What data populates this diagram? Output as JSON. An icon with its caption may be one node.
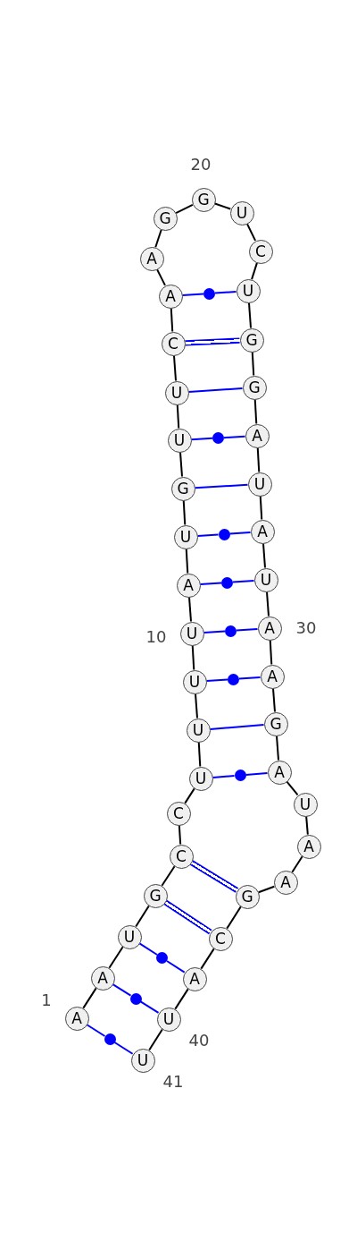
{
  "diagram": {
    "nodes": [
      {
        "text": [
          "A"
        ],
        "beside": [
          "1"
        ]
      },
      {
        "text": [
          "A"
        ]
      },
      {
        "text": [
          "U"
        ]
      },
      {
        "text": [
          "G"
        ]
      },
      {
        "text": [
          "C"
        ]
      },
      {
        "text": [
          "C"
        ]
      },
      {
        "text": [
          "U"
        ]
      },
      {
        "text": [
          "U"
        ]
      },
      {
        "text": [
          "U"
        ]
      },
      {
        "text": [
          "U"
        ],
        "beside": [
          "10"
        ]
      },
      {
        "text": [
          "A"
        ]
      },
      {
        "text": [
          "U"
        ]
      },
      {
        "text": [
          "G"
        ]
      },
      {
        "text": [
          "U"
        ]
      },
      {
        "text": [
          "U"
        ]
      },
      {
        "text": [
          "C"
        ]
      },
      {
        "text": [
          "A"
        ]
      },
      {
        "text": [
          "A"
        ]
      },
      {
        "text": [
          "G"
        ]
      },
      {
        "text": [
          "G"
        ],
        "beside": [
          "20"
        ]
      },
      {
        "text": [
          "U"
        ]
      },
      {
        "text": [
          "C"
        ]
      },
      {
        "text": [
          "U"
        ]
      },
      {
        "text": [
          "G"
        ]
      },
      {
        "text": [
          "G"
        ]
      },
      {
        "text": [
          "A"
        ]
      },
      {
        "text": [
          "U"
        ]
      },
      {
        "text": [
          "A"
        ]
      },
      {
        "text": [
          "U"
        ]
      },
      {
        "text": [
          "A"
        ],
        "beside": [
          "30"
        ]
      },
      {
        "text": [
          "A"
        ]
      },
      {
        "text": [
          "G"
        ]
      },
      {
        "text": [
          "A"
        ]
      },
      {
        "text": [
          "U"
        ]
      },
      {
        "text": [
          "A"
        ]
      },
      {
        "text": [
          "A"
        ]
      },
      {
        "text": [
          "G"
        ]
      },
      {
        "text": [
          "C"
        ]
      },
      {
        "text": [
          "A"
        ]
      },
      {
        "text": [
          "U"
        ],
        "beside": [
          "40"
        ]
      },
      {
        "text": [
          "U"
        ],
        "beside": [
          "41"
        ]
      },
      {
        "text": [],
        "shape": "circle"
      },
      {
        "text": [],
        "shape": "circle"
      },
      {
        "text": [],
        "shape": "circle"
      },
      {
        "text": [],
        "shape": "circle"
      },
      {
        "text": [],
        "shape": "circle"
      },
      {
        "text": [],
        "shape": "circle"
      },
      {
        "text": [],
        "shape": "circle"
      },
      {
        "text": [],
        "shape": "circle"
      },
      {
        "text": [],
        "shape": "circle"
      },
      {
        "text": [],
        "shape": "circle"
      }
    ],
    "edges": [
      {
        "from": 0,
        "to": 1,
        "arrow": "none"
      },
      {
        "from": 1,
        "to": 2,
        "arrow": "none"
      },
      {
        "from": 2,
        "to": 3,
        "arrow": "none"
      },
      {
        "from": 3,
        "to": 4,
        "arrow": "none"
      },
      {
        "from": 4,
        "to": 5,
        "arrow": "none"
      },
      {
        "from": 5,
        "to": 6,
        "arrow": "none"
      },
      {
        "from": 6,
        "to": 7,
        "arrow": "none"
      },
      {
        "from": 7,
        "to": 8,
        "arrow": "none"
      },
      {
        "from": 8,
        "to": 9,
        "arrow": "none"
      },
      {
        "from": 9,
        "to": 10,
        "arrow": "none"
      },
      {
        "from": 10,
        "to": 11,
        "arrow": "none"
      },
      {
        "from": 11,
        "to": 12,
        "arrow": "none"
      },
      {
        "from": 12,
        "to": 13,
        "arrow": "none"
      },
      {
        "from": 13,
        "to": 14,
        "arrow": "none"
      },
      {
        "from": 14,
        "to": 15,
        "arrow": "none"
      },
      {
        "from": 15,
        "to": 16,
        "arrow": "none"
      },
      {
        "from": 16,
        "to": 17,
        "arrow": "none"
      },
      {
        "from": 17,
        "to": 18,
        "arrow": "none"
      },
      {
        "from": 18,
        "to": 19,
        "arrow": "none"
      },
      {
        "from": 19,
        "to": 20,
        "arrow": "none"
      },
      {
        "from": 20,
        "to": 21,
        "arrow": "none"
      },
      {
        "from": 21,
        "to": 22,
        "arrow": "none"
      },
      {
        "from": 22,
        "to": 23,
        "arrow": "none"
      },
      {
        "from": 23,
        "to": 24,
        "arrow": "none"
      },
      {
        "from": 24,
        "to": 25,
        "arrow": "none"
      },
      {
        "from": 25,
        "to": 26,
        "arrow": "none"
      },
      {
        "from": 26,
        "to": 27,
        "arrow": "none"
      },
      {
        "from": 27,
        "to": 28,
        "arrow": "none"
      },
      {
        "from": 28,
        "to": 29,
        "arrow": "none"
      },
      {
        "from": 29,
        "to": 30,
        "arrow": "none"
      },
      {
        "from": 30,
        "to": 31,
        "arrow": "none"
      },
      {
        "from": 31,
        "to": 32,
        "arrow": "none"
      },
      {
        "from": 32,
        "to": 33,
        "arrow": "none"
      },
      {
        "from": 33,
        "to": 34,
        "arrow": "none"
      },
      {
        "from": 34,
        "to": 35,
        "arrow": "none"
      },
      {
        "from": 35,
        "to": 36,
        "arrow": "none"
      },
      {
        "from": 36,
        "to": 37,
        "arrow": "none"
      },
      {
        "from": 37,
        "to": 38,
        "arrow": "none"
      },
      {
        "from": 38,
        "to": 39,
        "arrow": "none"
      },
      {
        "from": 39,
        "to": 40,
        "arrow": "none"
      },
      {
        "from": 0,
        "to": 50,
        "arrow": "none",
        "color": "#0000ff"
      },
      {
        "from": 50,
        "to": 40,
        "arrow": "none",
        "color": "#0000ff"
      },
      {
        "from": 1,
        "to": 49,
        "arrow": "none",
        "color": "#0000ff"
      },
      {
        "from": 49,
        "to": 39,
        "arrow": "none",
        "color": "#0000ff"
      },
      {
        "from": 2,
        "to": 48,
        "arrow": "none",
        "color": "#0000ff"
      },
      {
        "from": 48,
        "to": 38,
        "arrow": "none",
        "color": "#0000ff"
      },
      {
        "from": 3,
        "to": 37,
        "arrow": "none",
        "style": "thick",
        "color": "#0000ff"
      },
      {
        "from": 4,
        "to": 36,
        "arrow": "none",
        "style": "thick",
        "color": "#0000ff"
      },
      {
        "from": 6,
        "to": 47,
        "arrow": "none",
        "color": "#0000ff"
      },
      {
        "from": 47,
        "to": 32,
        "arrow": "none",
        "color": "#0000ff"
      },
      {
        "from": 7,
        "to": 31,
        "arrow": "none",
        "color": "#0000ff"
      },
      {
        "from": 8,
        "to": 46,
        "arrow": "none",
        "color": "#0000ff"
      },
      {
        "from": 46,
        "to": 30,
        "arrow": "none",
        "color": "#0000ff"
      },
      {
        "from": 9,
        "to": 45,
        "arrow": "none",
        "color": "#0000ff"
      },
      {
        "from": 45,
        "to": 29,
        "arrow": "none",
        "color": "#0000ff"
      },
      {
        "from": 10,
        "to": 44,
        "arrow": "none",
        "color": "#0000ff"
      },
      {
        "from": 44,
        "to": 28,
        "arrow": "none",
        "color": "#0000ff"
      },
      {
        "from": 11,
        "to": 43,
        "arrow": "none",
        "color": "#0000ff"
      },
      {
        "from": 43,
        "to": 27,
        "arrow": "none",
        "color": "#0000ff"
      },
      {
        "from": 12,
        "to": 26,
        "arrow": "none",
        "color": "#0000ff"
      },
      {
        "from": 13,
        "to": 42,
        "arrow": "none",
        "color": "#0000ff"
      },
      {
        "from": 42,
        "to": 25,
        "arrow": "none",
        "color": "#0000ff"
      },
      {
        "from": 14,
        "to": 24,
        "arrow": "none",
        "color": "#0000ff"
      },
      {
        "from": 15,
        "to": 23,
        "arrow": "none",
        "style": "thick",
        "color": "#0000ff"
      },
      {
        "from": 16,
        "to": 41,
        "arrow": "none",
        "color": "#0000ff"
      },
      {
        "from": 41,
        "to": 22,
        "arrow": "none",
        "color": "#0000ff"
      }
    ]
  }
}
